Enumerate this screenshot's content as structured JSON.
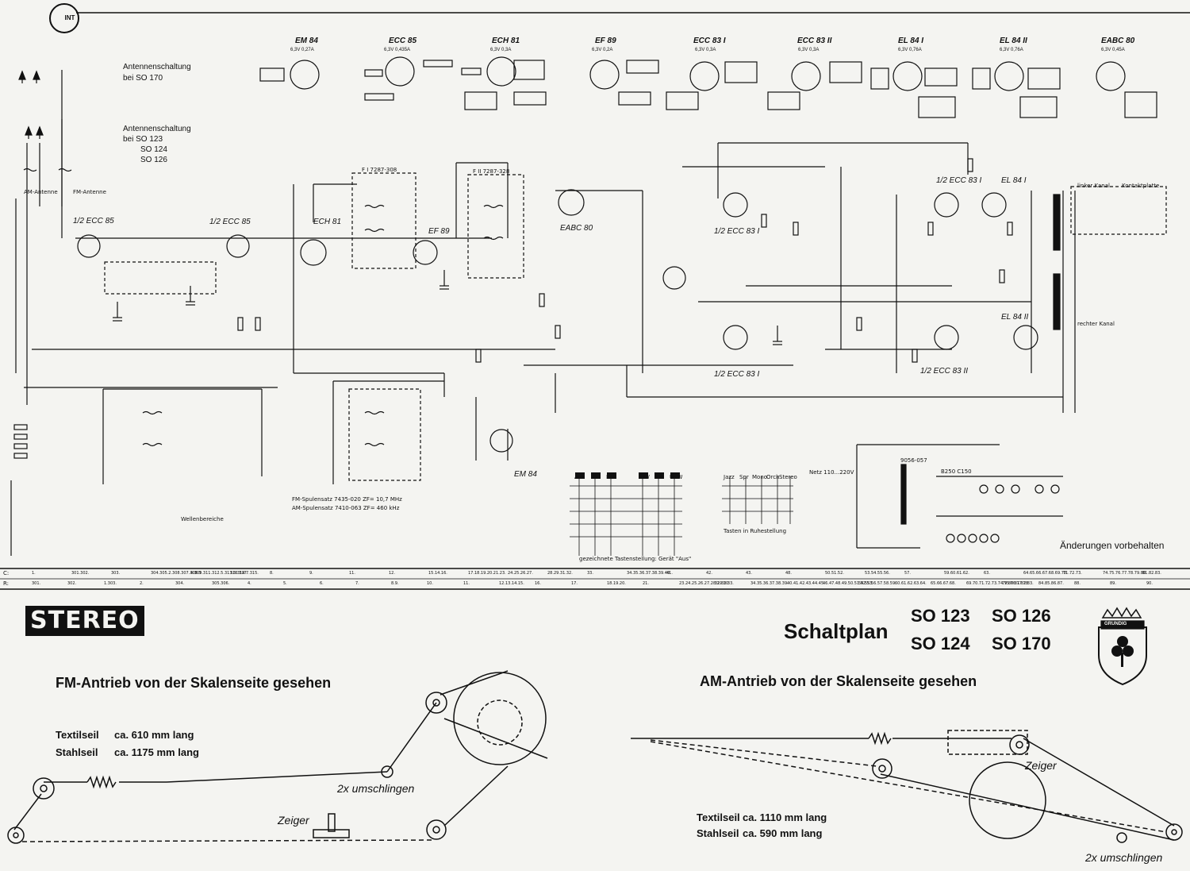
{
  "antenna": {
    "so170_line1": "Antennenschaltung",
    "so170_line2": "bei SO 170",
    "so123_line1": "Antennenschaltung",
    "so123_line2": "bei SO 123",
    "so123_line3": "SO 124",
    "so123_line4": "SO 126",
    "am_label": "AM-Antenne",
    "fm_label": "FM-Antenne"
  },
  "tubes": {
    "header": [
      "EM 84",
      "ECC 85",
      "ECH 81",
      "EF 89",
      "ECC 83 I",
      "ECC 83 II",
      "EL 84 I",
      "EL 84 II",
      "EABC 80"
    ],
    "header_sub": [
      "6,3V 0,27A",
      "6,3V 0,435A",
      "6,3V 0,3A",
      "6,3V 0,2A",
      "6,3V 0,3A",
      "6,3V 0,3A",
      "6,3V 0,76A",
      "6,3V 0,76A",
      "6,3V 0,45A"
    ],
    "schematic": [
      "1/2 ECC 85",
      "1/2 ECC 85",
      "ECH 81",
      "EF 89",
      "EABC 80",
      "1/2 ECC 83 I",
      "1/2 ECC 83 I",
      "1/2 ECC 83 I",
      "1/2 ECC 83 II",
      "EL 84 I",
      "EL 84 II",
      "EM 84"
    ]
  },
  "bandfilters": [
    "F I 7287-308",
    "F II 7287-328"
  ],
  "circuit_notes": {
    "fm_coils": "FM-Spulensatz  7435-020  ZF= 10,7 MHz",
    "am_coils": "AM-Spulensatz  7410-063  ZF= 460 kHz",
    "switch_note": "Tasten in Ruhestellung",
    "aus_note": "gezeichnete Tastenstellung: Gerät \"Aus\"",
    "speaker_left": "linker Kanal",
    "speaker_right": "rechter Kanal",
    "contact_plate": "Kontaktplatte",
    "waveband": "Wellenbereiche",
    "mains": "Netz 110...220V",
    "rectifier": "B250 C150",
    "transformer": "9056-057"
  },
  "switch_keys": [
    "Aus",
    "TA",
    "LW",
    "MW",
    "KW",
    "UKW",
    "Jazz",
    "Spr",
    "Mono",
    "Orch",
    "Stereo"
  ],
  "component_row": {
    "c_label": "C:",
    "r_label": "R:",
    "c_refs": [
      "1.",
      "301.302.",
      "303.",
      "304.305.2.308.307.308.3",
      "4.309.311.312.5.313.6.314.7.315.",
      "316.317.",
      "8.",
      "9.",
      "11.",
      "12.",
      "15.14.16.",
      "17.18.19.20.21.23.",
      "24.25.26.27.",
      "28.29.31.32.",
      "33.",
      "34.35.36.37.38.39.40.",
      "41.",
      "42.",
      "43.",
      "48.",
      "50.51.52.",
      "53.54.55.56.",
      "57.",
      "59.60.61.62.",
      "63.",
      "64.65.66.67.68.69.70.",
      "71.72.73.",
      "74.75.76.77.78.79.80.",
      "81.82.83."
    ],
    "r_refs": [
      "301.",
      "302.",
      "1.303.",
      "2.",
      "304.",
      "305.306.",
      "4.",
      "5.",
      "6.",
      "7.",
      "8.9.",
      "10.",
      "11.",
      "12.13.14.15.",
      "16.",
      "17.",
      "18.19.20.",
      "21.",
      "23.24.25.26.27.28.29.30.",
      "31.32.33.",
      "34.35.36.37.38.39.",
      "40.41.42.43.44.45.",
      "46.47.48.49.50.51.52.53.",
      "54.55.56.57.58.59.",
      "60.61.62.63.64.",
      "65.66.67.68.",
      "69.70.71.72.73.74.75.76.77.78.",
      "79.80.81.82.83.",
      "84.85.86.87.",
      "88.",
      "89.",
      "90."
    ]
  },
  "changes_note": "Änderungen vorbehalten",
  "stereo_logo": "STEREO",
  "int_logo": "INT",
  "schaltplan": {
    "title": "Schaltplan",
    "models": [
      "SO 123",
      "SO 126",
      "SO 124",
      "SO 170"
    ]
  },
  "grundig_logo": "GRUNDIG",
  "fm_drive": {
    "title": "FM-Antrieb von der Skalenseite gesehen",
    "textil_label": "Textilseil",
    "textil_value": "ca.  610 mm  lang",
    "stahl_label": "Stahlseil",
    "stahl_value": "ca.  1175 mm  lang",
    "wrap": "2x umschlingen",
    "pointer": "Zeiger"
  },
  "am_drive": {
    "title": "AM-Antrieb von der Skalenseite gesehen",
    "textil_label": "Textilseil",
    "textil_value": "ca.  1110 mm  lang",
    "stahl_label": "Stahlseil",
    "stahl_value": "ca.   590 mm  lang",
    "wrap": "2x umschlingen",
    "pointer": "Zeiger"
  }
}
